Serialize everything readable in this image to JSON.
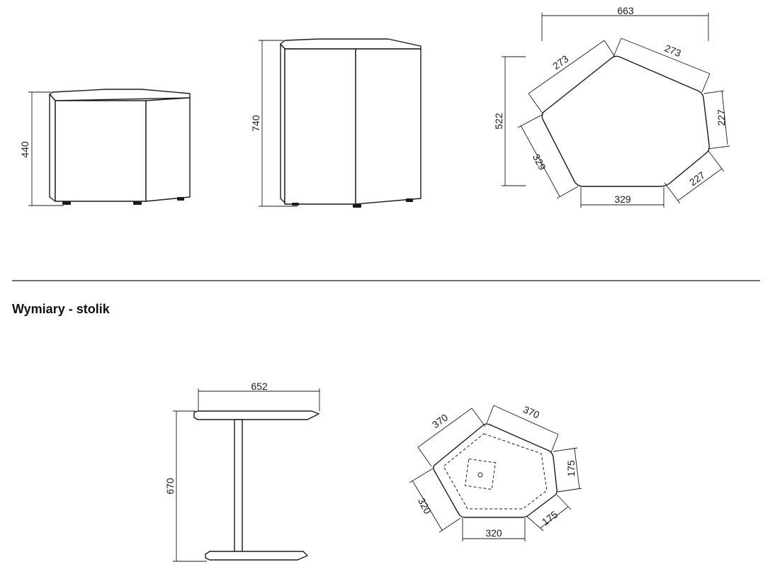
{
  "section_title": "Wymiary - stolik",
  "pouf_small": {
    "height": "440"
  },
  "pouf_tall": {
    "height": "740"
  },
  "pouf_top": {
    "overall_width": "663",
    "overall_depth": "522",
    "edge_top_left": "273",
    "edge_top_right": "273",
    "edge_right": "227",
    "edge_bottom_right": "227",
    "edge_bottom": "329",
    "edge_left": "329"
  },
  "table_side": {
    "top_width": "652",
    "height": "670"
  },
  "table_top": {
    "edge_top_left": "370",
    "edge_top_right": "370",
    "edge_right": "175",
    "edge_bottom_right": "175",
    "edge_bottom": "320",
    "edge_left": "320"
  }
}
